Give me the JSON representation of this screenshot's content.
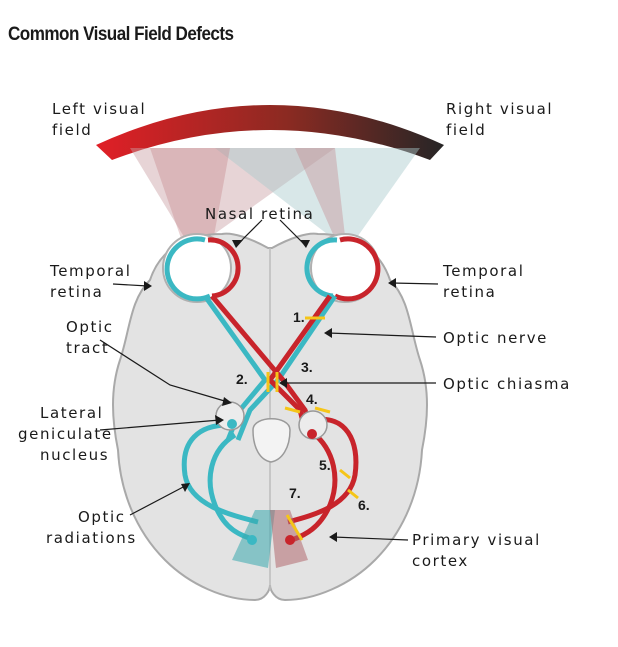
{
  "title": "Common Visual Field Defects",
  "labels": {
    "left_field_1": "Left visual",
    "left_field_2": "field",
    "right_field_1": "Right visual",
    "right_field_2": "field",
    "nasal_retina": "Nasal retina",
    "temporal_retina_left_1": "Temporal",
    "temporal_retina_left_2": "retina",
    "temporal_retina_right_1": "Temporal",
    "temporal_retina_right_2": "retina",
    "optic_tract_1": "Optic",
    "optic_tract_2": "tract",
    "optic_nerve": "Optic nerve",
    "optic_chiasma": "Optic chiasma",
    "lgn_1": "Lateral",
    "lgn_2": "geniculate",
    "lgn_3": "nucleus",
    "optic_radiations_1": "Optic",
    "optic_radiations_2": "radiations",
    "primary_cortex_1": "Primary visual",
    "primary_cortex_2": "cortex"
  },
  "lesions": [
    "1.",
    "2.",
    "3.",
    "4.",
    "5.",
    "6.",
    "7."
  ],
  "colors": {
    "left_pathway": "#3bb8c3",
    "right_pathway": "#c8242b",
    "lesion_marker": "#f5c518",
    "brain_fill": "#e3e3e3",
    "brain_outline": "#a9a9a9",
    "field_gradient_start": "#e11f26",
    "field_gradient_end": "#2a2a2a"
  }
}
